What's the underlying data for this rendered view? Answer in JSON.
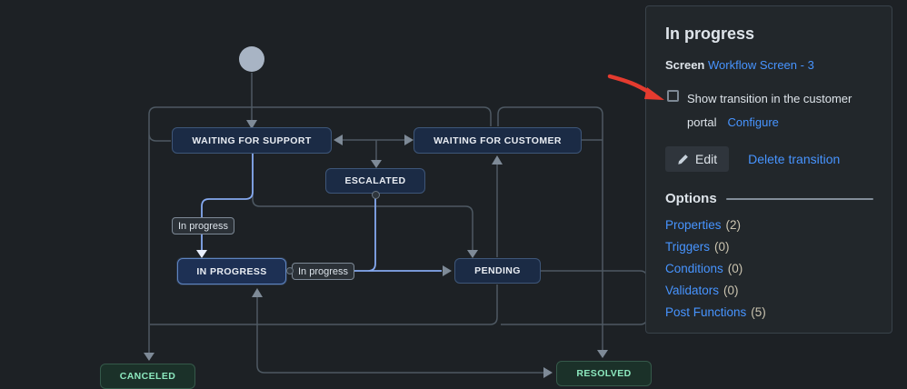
{
  "diagram": {
    "nodes": [
      {
        "id": "waiting-for-support",
        "label": "WAITING FOR SUPPORT"
      },
      {
        "id": "waiting-for-customer",
        "label": "WAITING FOR CUSTOMER"
      },
      {
        "id": "escalated",
        "label": "ESCALATED"
      },
      {
        "id": "in-progress",
        "label": "IN PROGRESS",
        "state": "selected"
      },
      {
        "id": "pending",
        "label": "PENDING"
      },
      {
        "id": "canceled",
        "label": "CANCELED",
        "state": "done-green"
      },
      {
        "id": "resolved",
        "label": "RESOLVED",
        "state": "done-green"
      }
    ],
    "transition_labels": [
      {
        "label": "In progress"
      },
      {
        "label": "In progress"
      }
    ]
  },
  "panel": {
    "title": "In progress",
    "screen_label": "Screen",
    "screen_link": "Workflow Screen - 3",
    "checkbox_label": "Show transition in the customer portal",
    "checkbox_checked": false,
    "configure_link": "Configure",
    "edit_button": "Edit",
    "delete_link": "Delete transition",
    "options_heading": "Options",
    "options": [
      {
        "label": "Properties",
        "count": "(2)"
      },
      {
        "label": "Triggers",
        "count": "(0)"
      },
      {
        "label": "Conditions",
        "count": "(0)"
      },
      {
        "label": "Validators",
        "count": "(0)"
      },
      {
        "label": "Post Functions",
        "count": "(5)"
      }
    ]
  },
  "colors": {
    "page_background": "#1D2125",
    "panel_background": "#22272B",
    "accent_blue_link": "#4794FF",
    "selected_transition_blue": "#85A9F0",
    "wire_gray": "#4E5963",
    "node_blue_fill": "#1B2B45",
    "node_green_text": "#8CE8BE",
    "annotation_red": "#E43B2F"
  }
}
